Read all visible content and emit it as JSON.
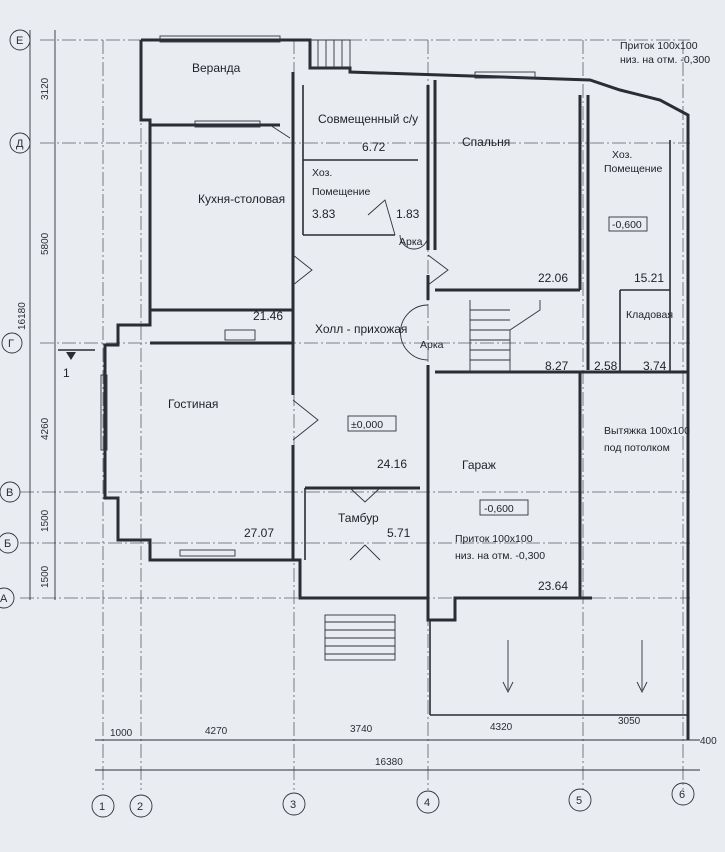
{
  "rooms": {
    "veranda": "Веранда",
    "bathroom": "Совмещенный с/у",
    "bathroom_area": "6.72",
    "bedroom": "Спальня",
    "utility_right_1": "Хоз.",
    "utility_right_2": "Помещение",
    "level_right": "-0,600",
    "kitchen": "Кухня-столовая",
    "utility_small_1": "Хоз.",
    "utility_small_2": "Помещение",
    "utility_small_area": "3.83",
    "closet_area": "1.83",
    "arch_1": "Арка",
    "bedroom_area": "22.06",
    "utility_right_area": "15.21",
    "hall_area": "21.46",
    "hall": "Холл - прихожая",
    "arch_2": "Арка",
    "pantry": "Кладовая",
    "stair_area": "8.27",
    "pantry_area_a": "2.58",
    "pantry_area_b": "3.74",
    "living": "Гостиная",
    "level_hall": "±0,000",
    "vent_1": "Вытяжка 100х100",
    "vent_2": "под потолком",
    "hall_area2": "24.16",
    "garage": "Гараж",
    "level_garage": "-0,600",
    "living_area": "27.07",
    "vestibule": "Тамбур",
    "vestibule_area": "5.71",
    "inflow_1": "Приток 100х100",
    "inflow_2": "низ. на отм. -0,300",
    "garage_area": "23.64",
    "top_inflow_1": "Приток 100х100",
    "top_inflow_2": "низ. на отм. -0,300",
    "section_mark": "1"
  },
  "axes": {
    "letters": [
      "Е",
      "Д",
      "Г",
      "В",
      "Б",
      "А"
    ],
    "numbers": [
      "1",
      "2",
      "3",
      "4",
      "5",
      "6"
    ]
  },
  "dims_vertical": [
    "3120",
    "5800",
    "16180",
    "4260",
    "1500",
    "1500"
  ],
  "dims_horizontal": [
    "1000",
    "4270",
    "3740",
    "4320",
    "3050",
    "400"
  ],
  "dim_total": "16380"
}
